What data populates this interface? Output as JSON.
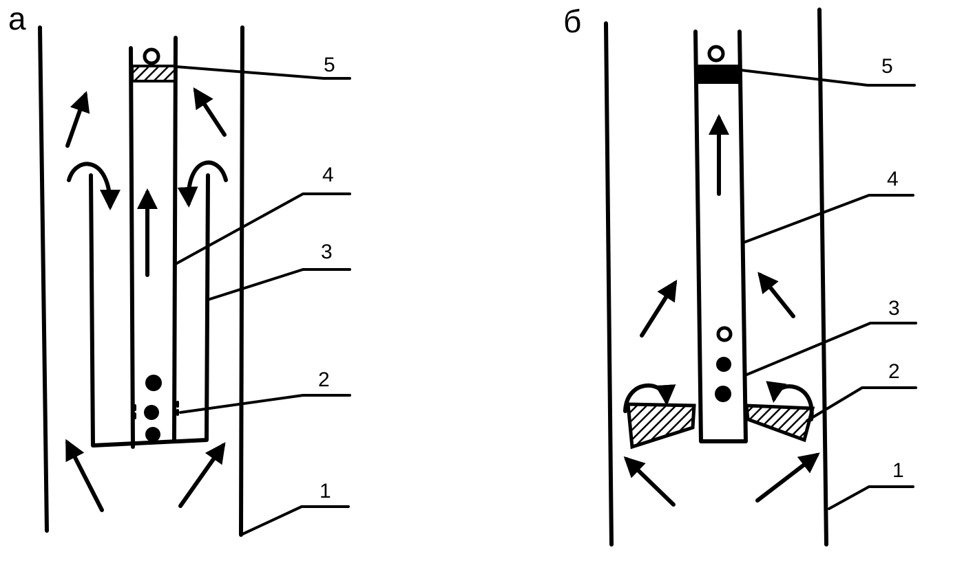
{
  "panels": [
    {
      "letter": "а",
      "callouts": [
        "5",
        "4",
        "3",
        "2",
        "1"
      ]
    },
    {
      "letter": "б",
      "callouts": [
        "5",
        "4",
        "3",
        "2",
        "1"
      ]
    }
  ],
  "colors": {
    "ink": "#000000",
    "paper": "#ffffff"
  },
  "icons": [
    "flow-arrow-icon",
    "curved-return-arrow-icon",
    "ball-icon",
    "valve-icon"
  ]
}
